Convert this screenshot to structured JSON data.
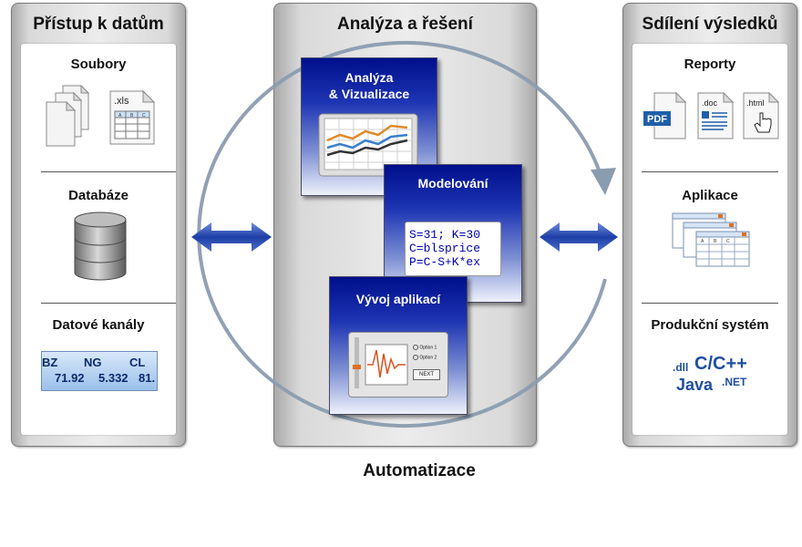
{
  "panels": {
    "access": {
      "title": "Přístup k datům",
      "sections": {
        "files": {
          "title": "Soubory",
          "xls_label": ".xls",
          "sheet_cols": [
            "A",
            "B",
            "C"
          ]
        },
        "databases": {
          "title": "Databáze"
        },
        "feeds": {
          "title": "Datové kanály",
          "tickers": [
            "BZ",
            "NG",
            "CL"
          ],
          "prices": [
            "71.92",
            "5.332",
            "81."
          ]
        }
      }
    },
    "analysis": {
      "title": "Analýza a řešení",
      "cards": {
        "viz": {
          "title_line1": "Analýza",
          "title_line2": "& Vizualizace"
        },
        "model": {
          "title": "Modelování",
          "code": [
            "S=31; K=30",
            "C=blsprice",
            "P=C-S+K*ex"
          ]
        },
        "appdev": {
          "title": "Vývoj aplikací",
          "options": [
            "Option 1",
            "Option 2"
          ],
          "next_label": "NEXT"
        }
      }
    },
    "share": {
      "title": "Sdílení výsledků",
      "sections": {
        "reports": {
          "title": "Reporty",
          "pdf_label": "PDF",
          "doc_label": ".doc",
          "html_label": ".html"
        },
        "apps": {
          "title": "Aplikace",
          "sheet_cols": [
            "A",
            "B",
            "C"
          ]
        },
        "production": {
          "title": "Produkční systém",
          "dll_label": ".dll",
          "cpp_label": "C/C++",
          "java_label": "Java",
          "net_label": ".NET"
        }
      }
    }
  },
  "footer": {
    "label": "Automatizace"
  },
  "colors": {
    "card_top": "#000f8c",
    "arrow": "#1e3fa6",
    "circle": "#8b9cb0",
    "code_text": "#0000b0"
  },
  "icons": [
    "document-stack-icon",
    "spreadsheet-icon",
    "database-icon",
    "line-chart-icon",
    "pdf-file-icon",
    "doc-file-icon",
    "html-file-icon",
    "app-windows-icon",
    "double-arrow-icon",
    "cycle-circle-icon"
  ]
}
